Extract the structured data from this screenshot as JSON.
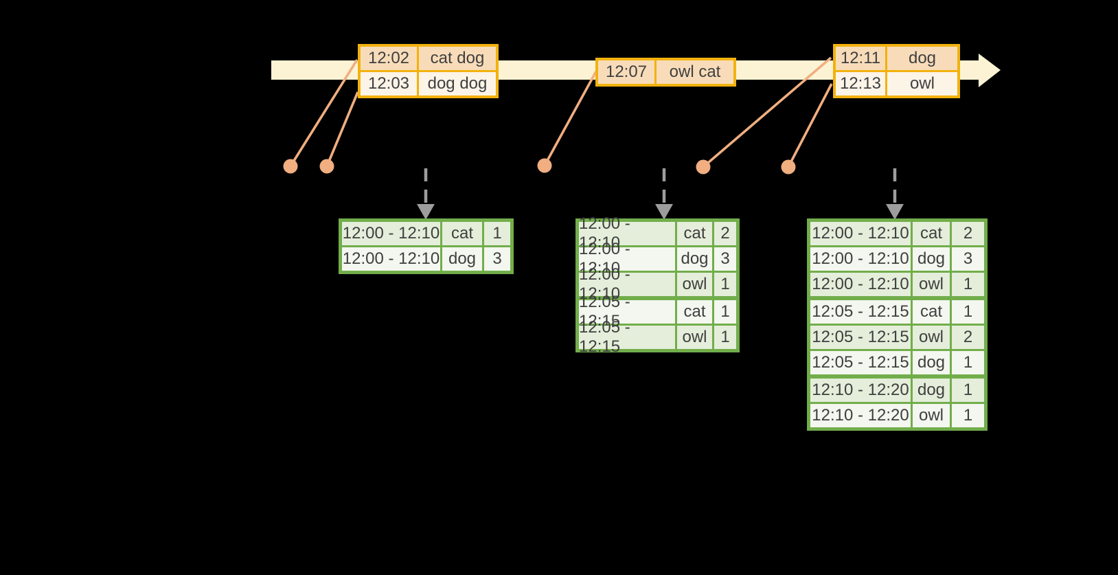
{
  "colors": {
    "background": "#000000",
    "timeline_band": "#fcf3d4",
    "event_border": "#f2b20e",
    "event_row_odd": "#f8dcba",
    "event_row_even": "#fdf4e8",
    "connector": "#f1ae80",
    "dashed_arrow": "#9d9d9d",
    "result_border": "#72ad4b",
    "result_row_odd": "#e4eeda",
    "result_row_even": "#f3f7ef",
    "text": "#3f3f3f"
  },
  "icons": {
    "timeline_arrowhead": "right-arrow",
    "event_marker": "dot",
    "trigger_arrow": "dashed-down-arrow"
  },
  "event_tables": [
    {
      "rows": [
        {
          "time": "12:02",
          "words": "cat dog"
        },
        {
          "time": "12:03",
          "words": "dog dog"
        }
      ]
    },
    {
      "rows": [
        {
          "time": "12:07",
          "words": "owl cat"
        }
      ]
    },
    {
      "rows": [
        {
          "time": "12:11",
          "words": "dog"
        },
        {
          "time": "12:13",
          "words": "owl"
        }
      ]
    }
  ],
  "result_tables": [
    {
      "rows": [
        {
          "window": "12:00 - 12:10",
          "word": "cat",
          "count": "1"
        },
        {
          "window": "12:00 - 12:10",
          "word": "dog",
          "count": "3"
        }
      ]
    },
    {
      "rows": [
        {
          "window": "12:00 - 12:10",
          "word": "cat",
          "count": "2"
        },
        {
          "window": "12:00 - 12:10",
          "word": "dog",
          "count": "3"
        },
        {
          "window": "12:00 - 12:10",
          "word": "owl",
          "count": "1"
        },
        {
          "window": "12:05 - 12:15",
          "word": "cat",
          "count": "1"
        },
        {
          "window": "12:05 - 12:15",
          "word": "owl",
          "count": "1"
        }
      ]
    },
    {
      "rows": [
        {
          "window": "12:00 - 12:10",
          "word": "cat",
          "count": "2"
        },
        {
          "window": "12:00 - 12:10",
          "word": "dog",
          "count": "3"
        },
        {
          "window": "12:00 - 12:10",
          "word": "owl",
          "count": "1"
        },
        {
          "window": "12:05 - 12:15",
          "word": "cat",
          "count": "1"
        },
        {
          "window": "12:05 - 12:15",
          "word": "owl",
          "count": "2"
        },
        {
          "window": "12:05 - 12:15",
          "word": "dog",
          "count": "1"
        },
        {
          "window": "12:10 - 12:20",
          "word": "dog",
          "count": "1"
        },
        {
          "window": "12:10 - 12:20",
          "word": "owl",
          "count": "1"
        }
      ]
    }
  ]
}
